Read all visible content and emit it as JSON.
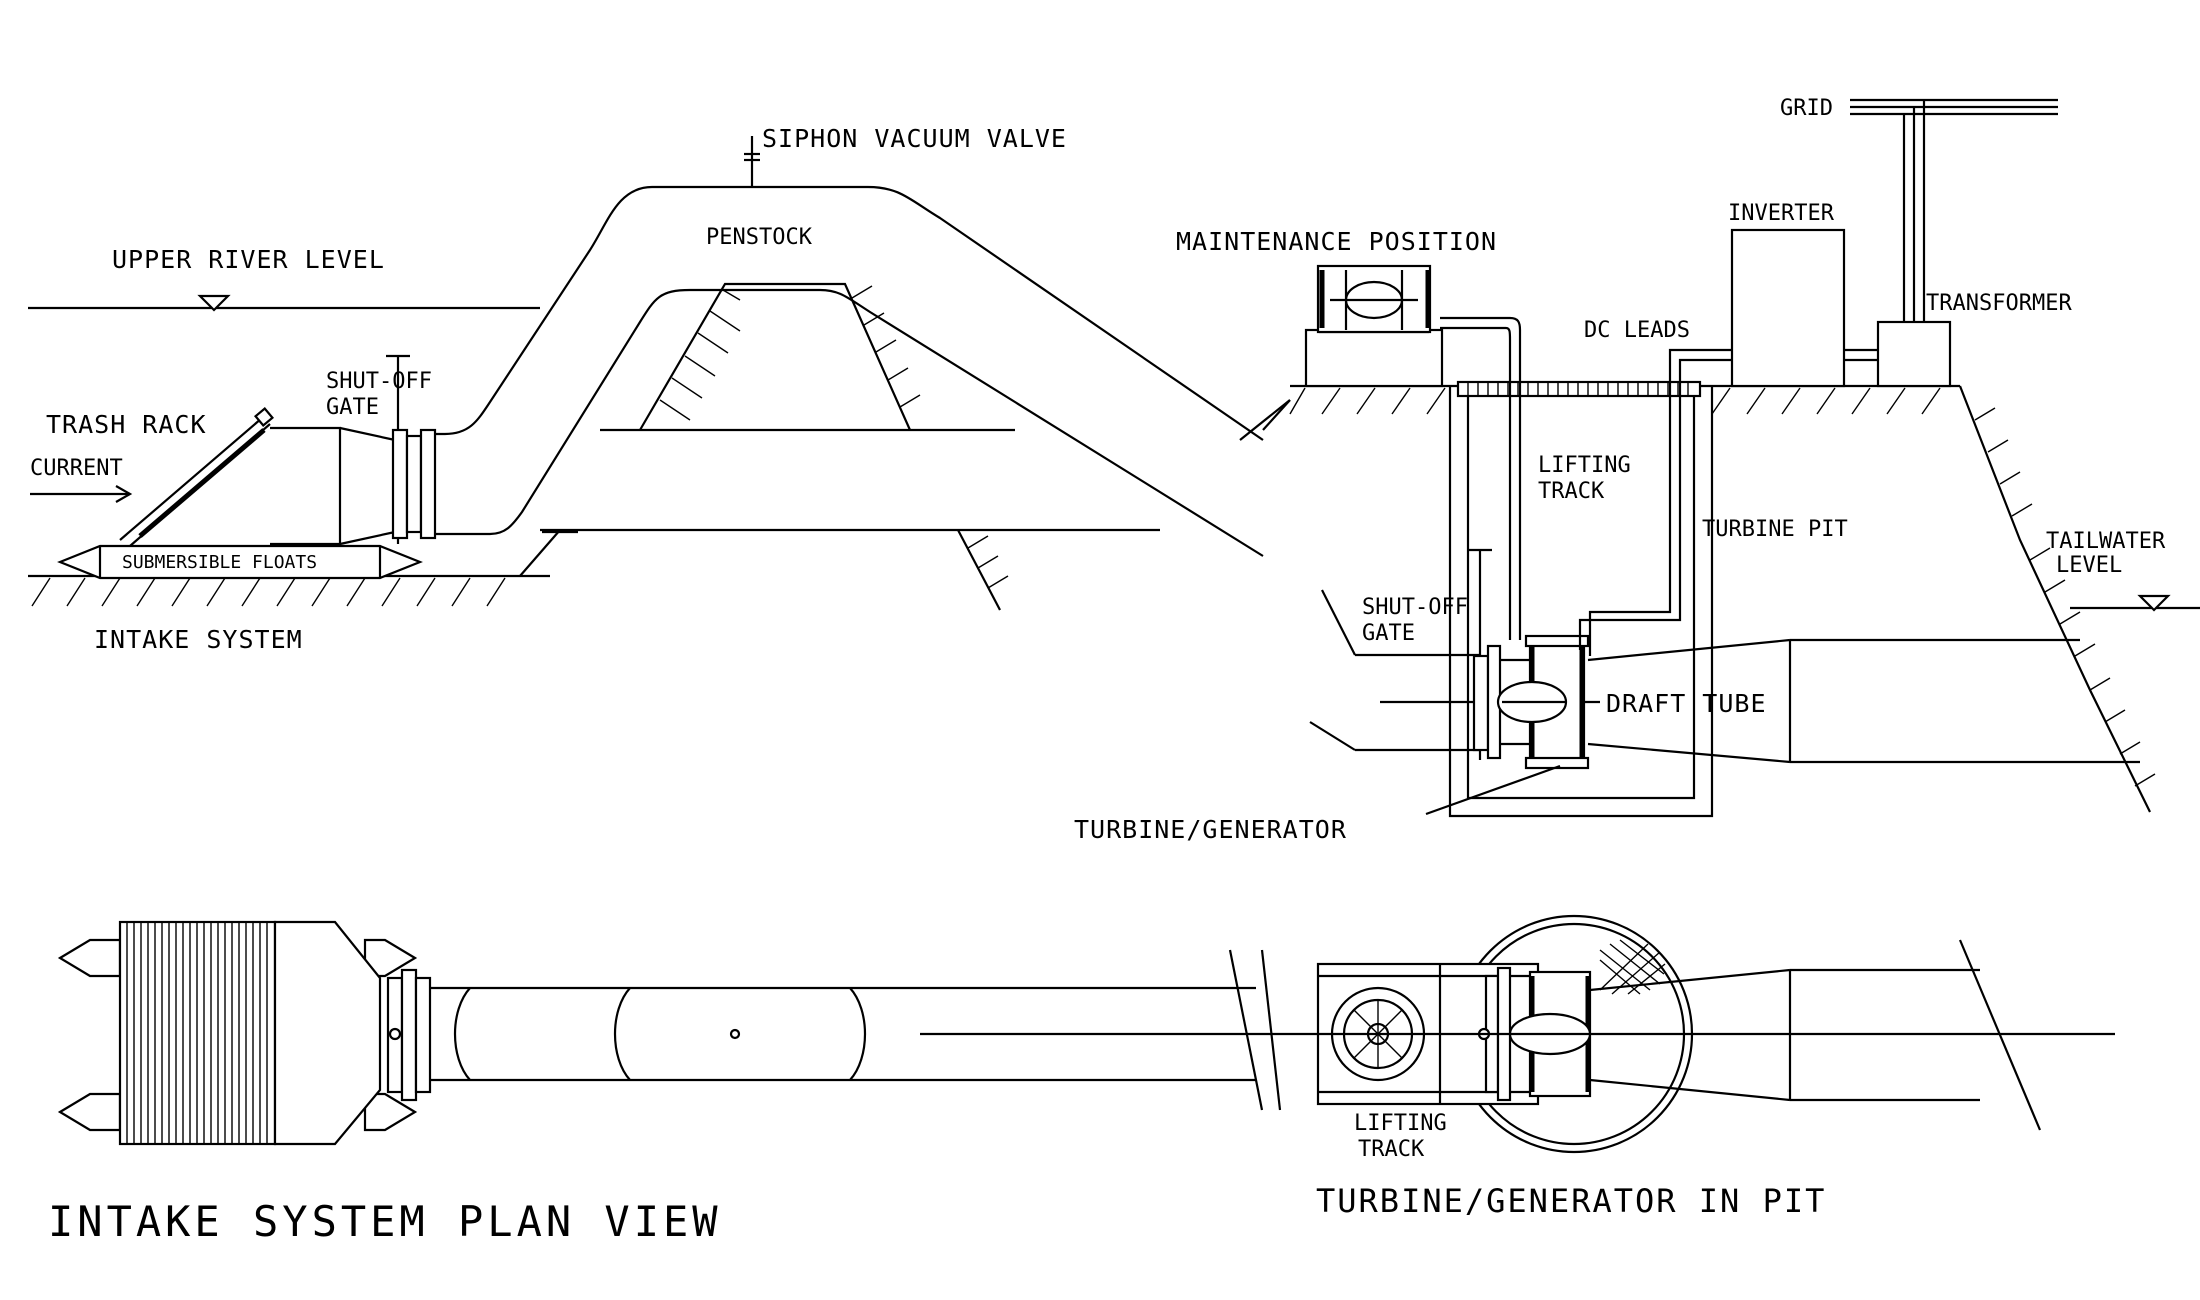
{
  "labels": {
    "siphon_vacuum_valve": "SIPHON VACUUM VALVE",
    "upper_river_level": "UPPER RIVER LEVEL",
    "penstock": "PENSTOCK",
    "maintenance_position": "MAINTENANCE POSITION",
    "grid": "GRID",
    "inverter": "INVERTER",
    "transformer": "TRANSFORMER",
    "dc_leads": "DC LEADS",
    "shut_off_gate_1": "SHUT-OFF",
    "shut_off_gate_2": "GATE",
    "trash_rack": "TRASH RACK",
    "current": "CURRENT",
    "submersible_floats": "SUBMERSIBLE FLOATS",
    "intake_system": "INTAKE SYSTEM",
    "lifting_track_1": "LIFTING",
    "lifting_track_2": "TRACK",
    "turbine_pit": "TURBINE PIT",
    "tailwater_level_1": "TAILWATER",
    "tailwater_level_2": "LEVEL",
    "shut_off_gate_pit_1": "SHUT-OFF",
    "shut_off_gate_pit_2": "GATE",
    "draft_tube": "DRAFT TUBE",
    "turbine_generator": "TURBINE/GENERATOR",
    "intake_system_plan_view": "INTAKE SYSTEM PLAN VIEW",
    "lifting_track_plan_1": "LIFTING",
    "lifting_track_plan_2": "TRACK",
    "turbine_generator_in_pit": "TURBINE/GENERATOR IN PIT"
  }
}
